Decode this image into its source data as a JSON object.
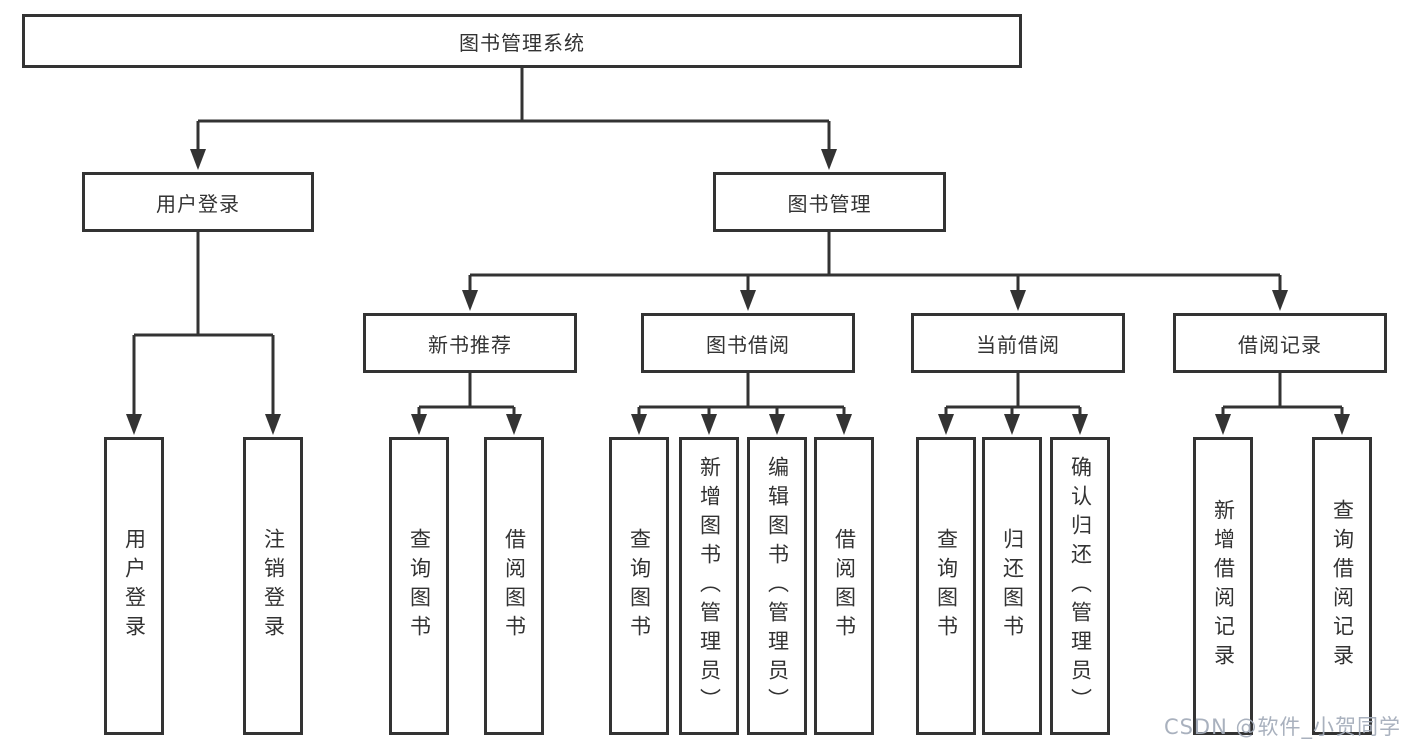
{
  "diagram": {
    "root_label": "图书管理系统",
    "branches": {
      "user_login": {
        "label": "用户登录",
        "leaves": [
          "用户登录",
          "注销登录"
        ]
      },
      "book_mgmt": {
        "label": "图书管理",
        "sections": [
          {
            "label": "新书推荐",
            "leaves": [
              "查询图书",
              "借阅图书"
            ]
          },
          {
            "label": "图书借阅",
            "leaves": [
              "查询图书",
              "新增图书（管理员）",
              "编辑图书（管理员）",
              "借阅图书"
            ]
          },
          {
            "label": "当前借阅",
            "leaves": [
              "查询图书",
              "归还图书",
              "确认归还（管理员）"
            ]
          },
          {
            "label": "借阅记录",
            "leaves": [
              "新增借阅记录",
              "查询借阅记录"
            ]
          }
        ]
      }
    }
  },
  "watermark": {
    "text": "CSDN @软件_小贺同学"
  },
  "colors": {
    "line": "#333333",
    "text": "#333333",
    "background": "#ffffff",
    "watermark": "#a4adba"
  }
}
